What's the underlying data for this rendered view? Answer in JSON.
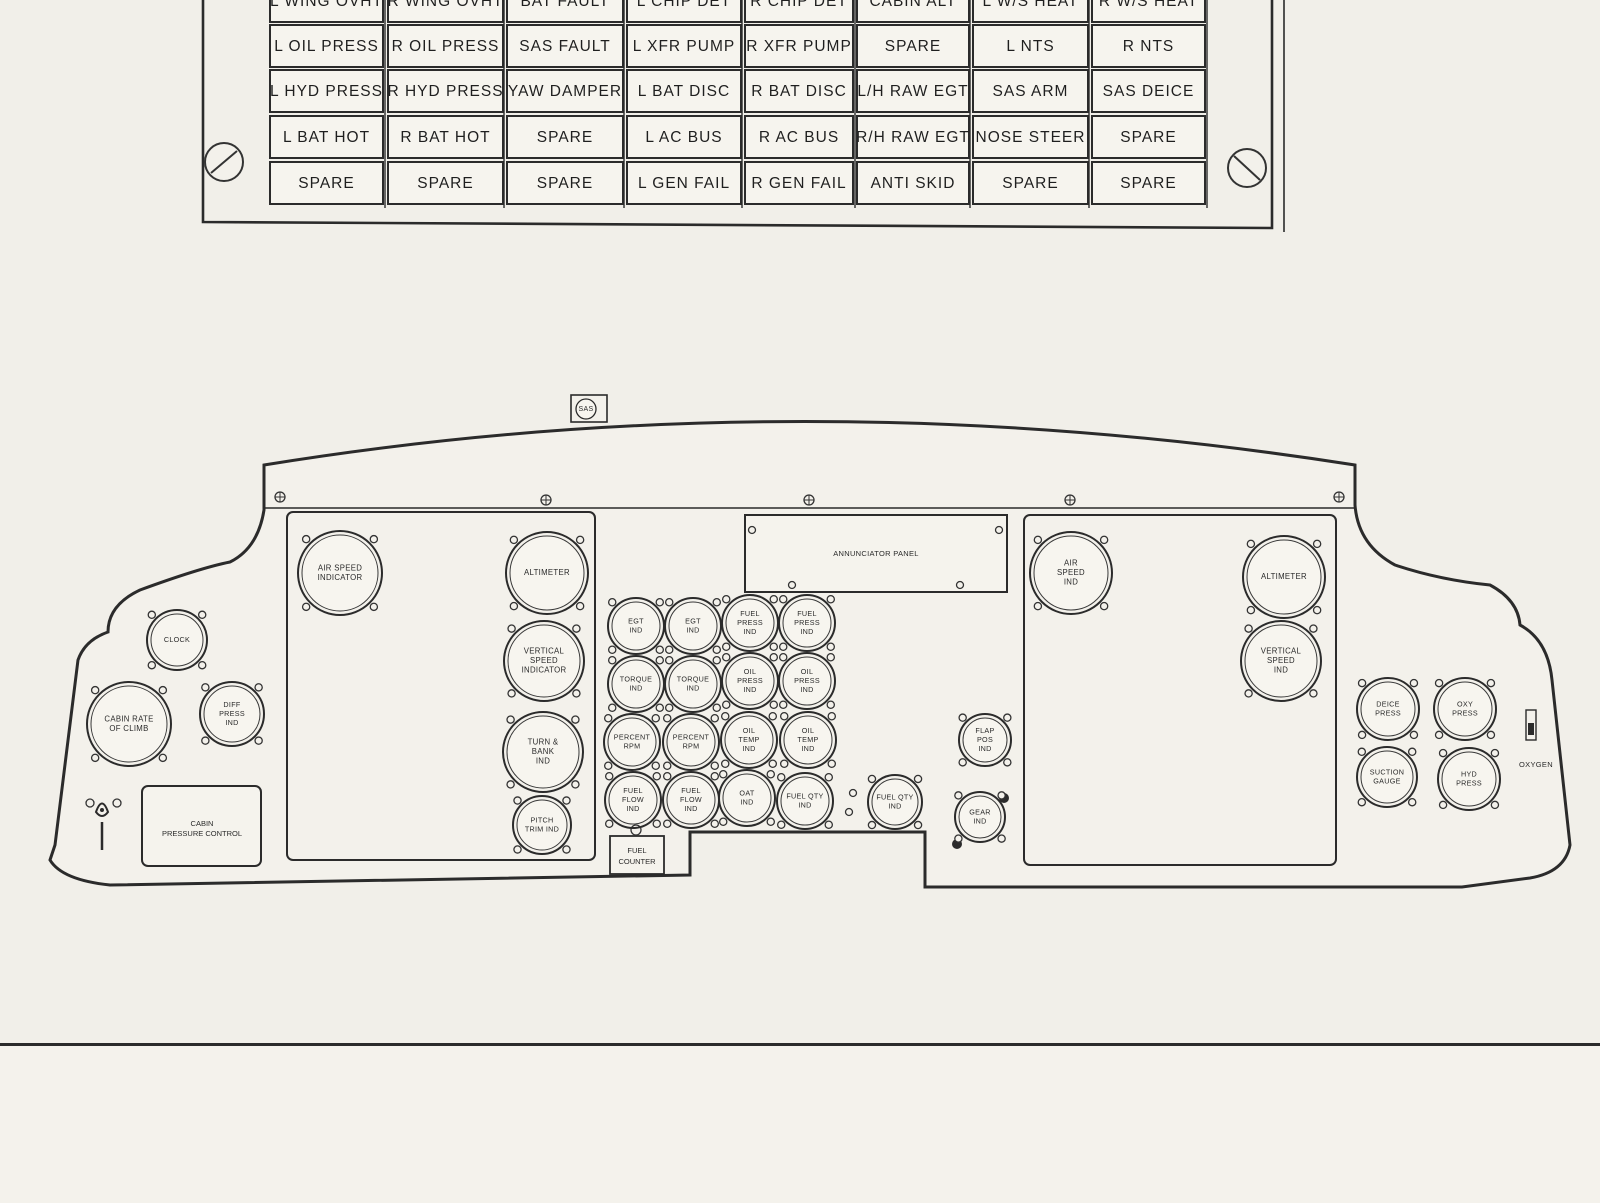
{
  "annunciator_rows": [
    [
      "L WING OVHT",
      "R WING OVHT",
      "BAT FAULT",
      "L CHIP DET",
      "R CHIP DET",
      "CABIN ALT",
      "L W/S HEAT",
      "R W/S HEAT"
    ],
    [
      "L OIL PRESS",
      "R OIL PRESS",
      "SAS FAULT",
      "L XFR PUMP",
      "R XFR PUMP",
      "SPARE",
      "L NTS",
      "R NTS"
    ],
    [
      "L HYD PRESS",
      "R HYD PRESS",
      "YAW DAMPER",
      "L BAT DISC",
      "R BAT DISC",
      "L/H RAW EGT",
      "SAS ARM",
      "SAS DEICE"
    ],
    [
      "L BAT HOT",
      "R BAT HOT",
      "SPARE",
      "L AC BUS",
      "R AC BUS",
      "R/H RAW EGT",
      "NOSE STEER",
      "SPARE"
    ],
    [
      "SPARE",
      "SPARE",
      "SPARE",
      "L GEN FAIL",
      "R GEN FAIL",
      "ANTI SKID",
      "SPARE",
      "SPARE"
    ]
  ],
  "sas_button": "SAS",
  "annunciator_panel_label": "ANNUNCIATOR PANEL",
  "cabin_pressure_control": [
    "CABIN",
    "PRESSURE CONTROL"
  ],
  "fuel_counter": [
    "FUEL",
    "COUNTER"
  ],
  "oxygen_label": "OXYGEN",
  "gauges": {
    "clock": [
      "CLOCK"
    ],
    "cabin_rate": [
      "CABIN RATE",
      "OF CLIMB"
    ],
    "diff_press": [
      "DIFF",
      "PRESS",
      "IND"
    ],
    "l_airspeed": [
      "AIR SPEED",
      "INDICATOR"
    ],
    "l_altimeter": [
      "ALTIMETER"
    ],
    "l_vsi": [
      "VERTICAL",
      "SPEED",
      "INDICATOR"
    ],
    "turn_bank": [
      "TURN &",
      "BANK",
      "IND"
    ],
    "pitch_trim": [
      "PITCH",
      "TRIM IND"
    ],
    "egt_l": [
      "EGT",
      "IND"
    ],
    "egt_r": [
      "EGT",
      "IND"
    ],
    "fuel_press_l": [
      "FUEL",
      "PRESS",
      "IND"
    ],
    "fuel_press_r": [
      "FUEL",
      "PRESS",
      "IND"
    ],
    "torque_l": [
      "TORQUE",
      "IND"
    ],
    "torque_r": [
      "TORQUE",
      "IND"
    ],
    "oil_press_l": [
      "OIL",
      "PRESS",
      "IND"
    ],
    "oil_press_r": [
      "OIL",
      "PRESS",
      "IND"
    ],
    "rpm_l": [
      "PERCENT",
      "RPM"
    ],
    "rpm_r": [
      "PERCENT",
      "RPM"
    ],
    "oil_temp_l": [
      "OIL",
      "TEMP",
      "IND"
    ],
    "oil_temp_r": [
      "OIL",
      "TEMP",
      "IND"
    ],
    "fuel_flow_l": [
      "FUEL",
      "FLOW",
      "IND"
    ],
    "fuel_flow_r": [
      "FUEL",
      "FLOW",
      "IND"
    ],
    "oat": [
      "OAT",
      "IND"
    ],
    "fuel_qty_a": [
      "FUEL QTY",
      "IND"
    ],
    "fuel_qty_b": [
      "FUEL QTY",
      "IND"
    ],
    "flap_pos": [
      "FLAP",
      "POS",
      "IND"
    ],
    "gear": [
      "GEAR",
      "IND"
    ],
    "r_airspeed": [
      "AIR",
      "SPEED",
      "IND"
    ],
    "r_altimeter": [
      "ALTIMETER"
    ],
    "r_vsi": [
      "VERTICAL",
      "SPEED",
      "IND"
    ],
    "deice": [
      "DEICE",
      "PRESS"
    ],
    "oxy_press": [
      "OXY",
      "PRESS"
    ],
    "suction": [
      "SUCTION",
      "GAUGE"
    ],
    "hyd_press": [
      "HYD",
      "PRESS"
    ]
  }
}
